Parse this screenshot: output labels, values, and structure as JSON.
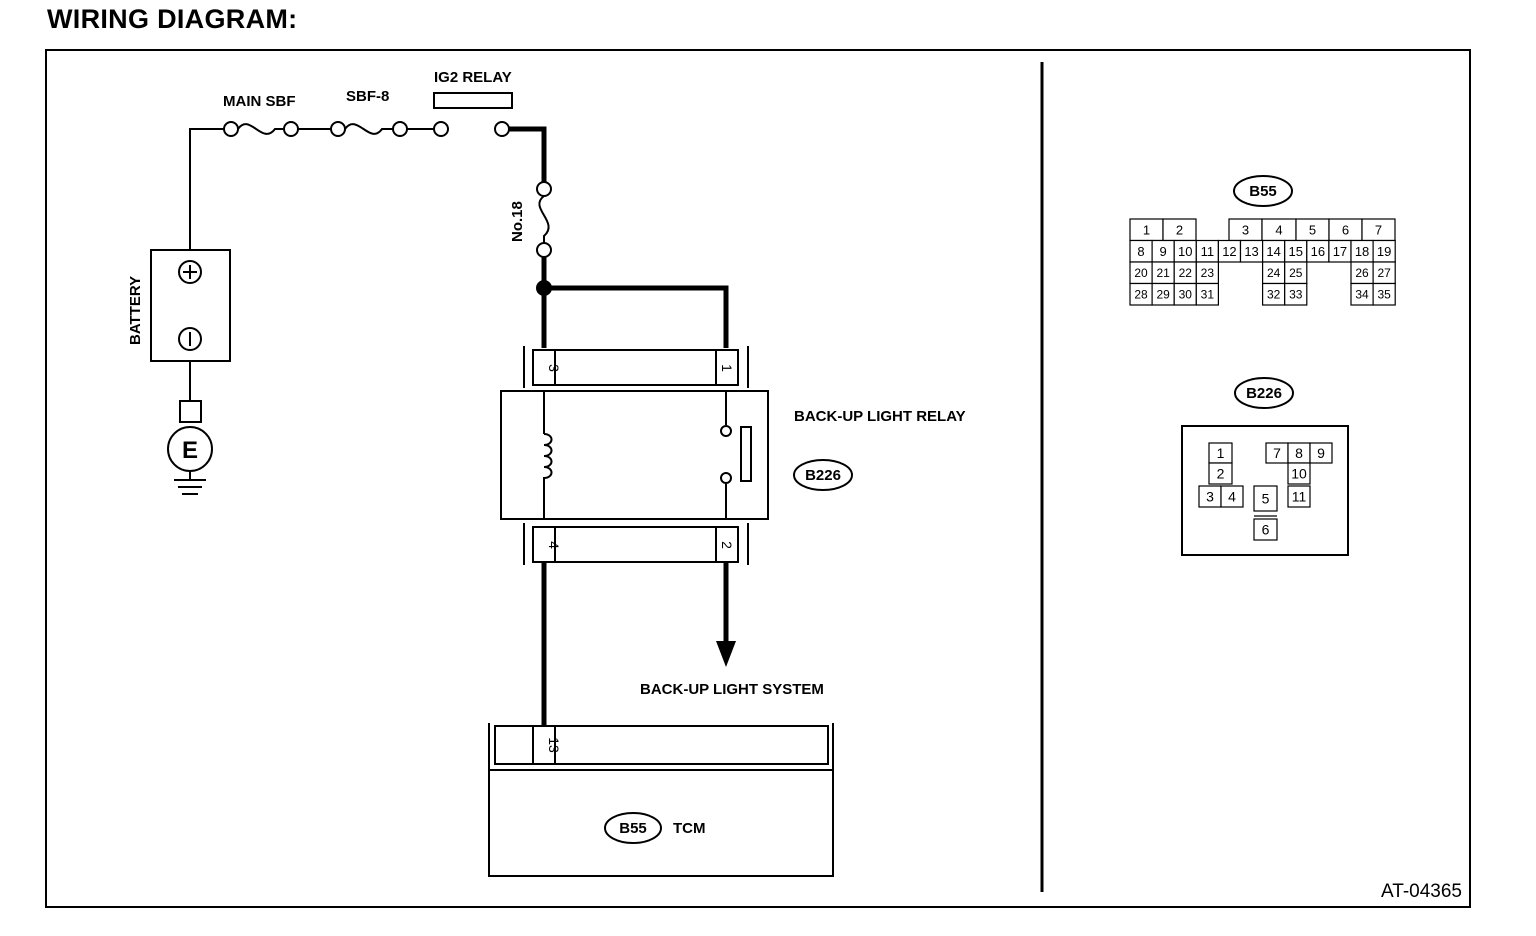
{
  "title": "WIRING DIAGRAM:",
  "labels": {
    "main_sbf": "MAIN SBF",
    "sbf8": "SBF-8",
    "ig2_relay": "IG2 RELAY",
    "fuse_no18": "No.18",
    "battery": "BATTERY",
    "ground": "E",
    "backup_relay": "BACK-UP LIGHT RELAY",
    "backup_system": "BACK-UP LIGHT SYSTEM",
    "tcm": "TCM",
    "figure_id": "AT-04365"
  },
  "connectors": {
    "b226": "B226",
    "b55": "B55"
  },
  "relay_pins": {
    "p3": "3",
    "p1": "1",
    "p4": "4",
    "p2": "2"
  },
  "tcm_pin": "13",
  "b55_rows": [
    [
      "1",
      "2",
      "3",
      "4",
      "5",
      "6",
      "7"
    ],
    [
      "8",
      "9",
      "10",
      "11",
      "12",
      "13",
      "14",
      "15",
      "16",
      "17",
      "18",
      "19"
    ],
    [
      "20",
      "21",
      "22",
      "23",
      "24",
      "25",
      "26",
      "27"
    ],
    [
      "28",
      "29",
      "30",
      "31",
      "32",
      "33",
      "34",
      "35"
    ]
  ],
  "b226_pins": [
    "1",
    "2",
    "3",
    "4",
    "5",
    "6",
    "7",
    "8",
    "9",
    "10",
    "11"
  ]
}
